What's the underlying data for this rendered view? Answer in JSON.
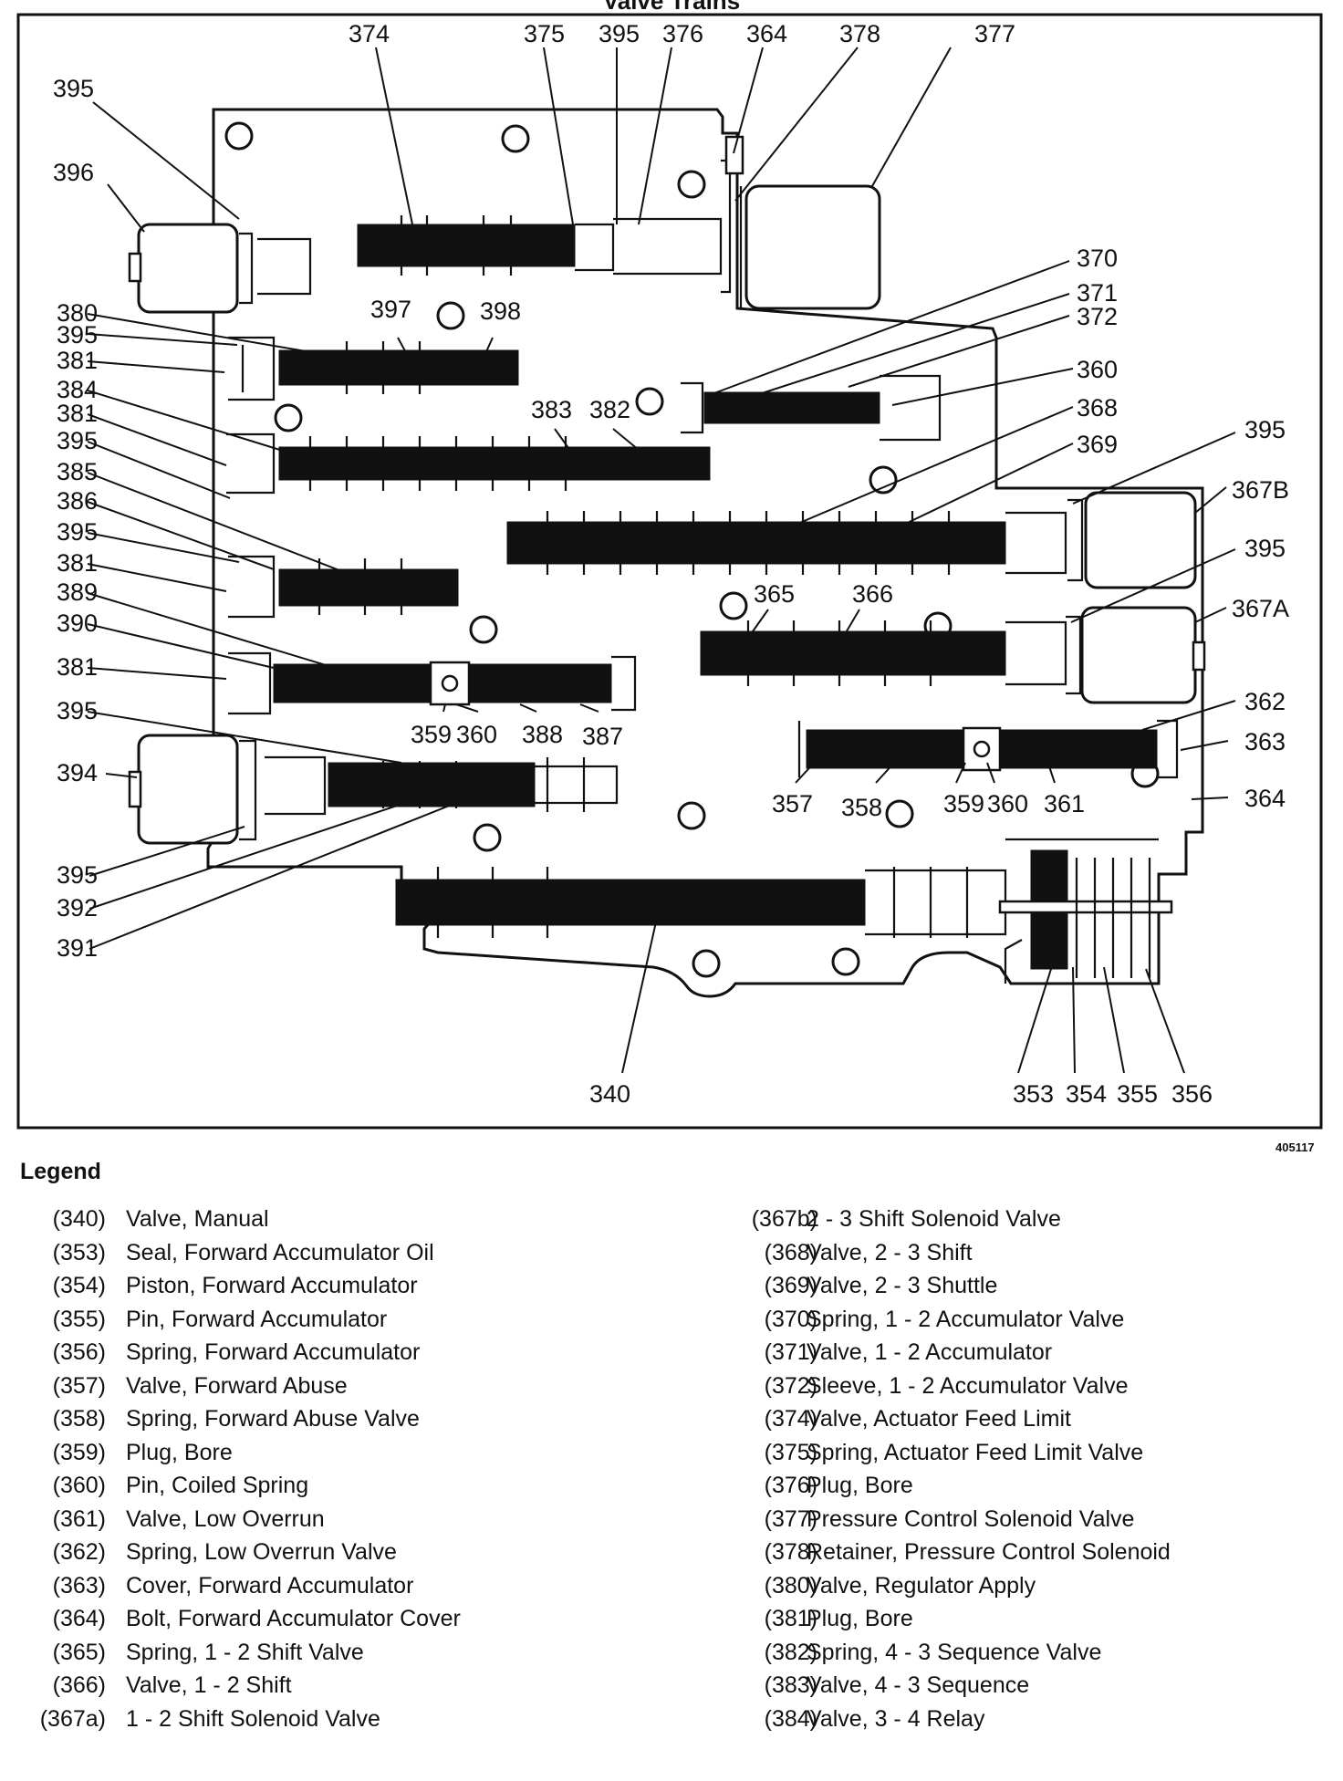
{
  "figure_title": "Valve Trains",
  "figure_number": "405117",
  "callouts": {
    "c374": "374",
    "c375": "375",
    "c395a": "395",
    "c376": "376",
    "c364a": "364",
    "c378": "378",
    "c377": "377",
    "c395_l1": "395",
    "c396": "396",
    "c380": "380",
    "c395_l2": "395",
    "c381_l1": "381",
    "c384": "384",
    "c381_l2": "381",
    "c395_l3": "395",
    "c385": "385",
    "c386": "386",
    "c395_l4": "395",
    "c381_l3": "381",
    "c389": "389",
    "c390": "390",
    "c381_l4": "381",
    "c395_l5": "395",
    "c394": "394",
    "c395_l6": "395",
    "c392": "392",
    "c391": "391",
    "c397": "397",
    "c398": "398",
    "c383": "383",
    "c382": "382",
    "c370": "370",
    "c371": "371",
    "c372": "372",
    "c360_r": "360",
    "c368": "368",
    "c369": "369",
    "c395_r1": "395",
    "c367b": "367B",
    "c395_r2": "395",
    "c367a": "367A",
    "c365": "365",
    "c366": "366",
    "c362": "362",
    "c363": "363",
    "c364b": "364",
    "c359a": "359",
    "c360a": "360",
    "c388": "388",
    "c387": "387",
    "c357": "357",
    "c358": "358",
    "c359b": "359",
    "c360b": "360",
    "c361": "361",
    "c340": "340",
    "c353": "353",
    "c354": "354",
    "c355": "355",
    "c356": "356"
  },
  "legend": {
    "title": "Legend",
    "left": [
      {
        "code": "(340)",
        "text": "Valve, Manual"
      },
      {
        "code": "(353)",
        "text": "Seal, Forward Accumulator Oil"
      },
      {
        "code": "(354)",
        "text": "Piston, Forward Accumulator"
      },
      {
        "code": "(355)",
        "text": "Pin, Forward Accumulator"
      },
      {
        "code": "(356)",
        "text": "Spring, Forward Accumulator"
      },
      {
        "code": "(357)",
        "text": "Valve, Forward Abuse"
      },
      {
        "code": "(358)",
        "text": "Spring, Forward Abuse Valve"
      },
      {
        "code": "(359)",
        "text": "Plug, Bore"
      },
      {
        "code": "(360)",
        "text": "Pin, Coiled Spring"
      },
      {
        "code": "(361)",
        "text": "Valve, Low Overrun"
      },
      {
        "code": "(362)",
        "text": "Spring, Low Overrun Valve"
      },
      {
        "code": "(363)",
        "text": "Cover, Forward Accumulator"
      },
      {
        "code": "(364)",
        "text": "Bolt, Forward Accumulator Cover"
      },
      {
        "code": "(365)",
        "text": "Spring, 1 - 2 Shift Valve"
      },
      {
        "code": "(366)",
        "text": "Valve, 1 - 2 Shift"
      },
      {
        "code": "(367a)",
        "text": "1 - 2 Shift Solenoid Valve"
      }
    ],
    "right": [
      {
        "code": "(367b)",
        "text": "2 - 3 Shift Solenoid Valve"
      },
      {
        "code": "(368)",
        "text": "Valve, 2 - 3 Shift"
      },
      {
        "code": "(369)",
        "text": "Valve, 2 - 3 Shuttle"
      },
      {
        "code": "(370)",
        "text": "Spring, 1 - 2 Accumulator Valve"
      },
      {
        "code": "(371)",
        "text": "Valve, 1 - 2 Accumulator"
      },
      {
        "code": "(372)",
        "text": "Sleeve, 1 - 2 Accumulator Valve"
      },
      {
        "code": "(374)",
        "text": "Valve, Actuator Feed Limit"
      },
      {
        "code": "(375)",
        "text": "Spring, Actuator Feed Limit Valve"
      },
      {
        "code": "(376)",
        "text": "Plug, Bore"
      },
      {
        "code": "(377)",
        "text": "Pressure Control Solenoid Valve"
      },
      {
        "code": "(378)",
        "text": "Retainer, Pressure Control Solenoid"
      },
      {
        "code": "(380)",
        "text": "Valve, Regulator Apply"
      },
      {
        "code": "(381)",
        "text": "Plug, Bore"
      },
      {
        "code": "(382)",
        "text": "Spring, 4 - 3 Sequence Valve"
      },
      {
        "code": "(383)",
        "text": "Valve, 4 - 3 Sequence"
      },
      {
        "code": "(384)",
        "text": "Valve, 3 - 4 Relay"
      }
    ]
  }
}
